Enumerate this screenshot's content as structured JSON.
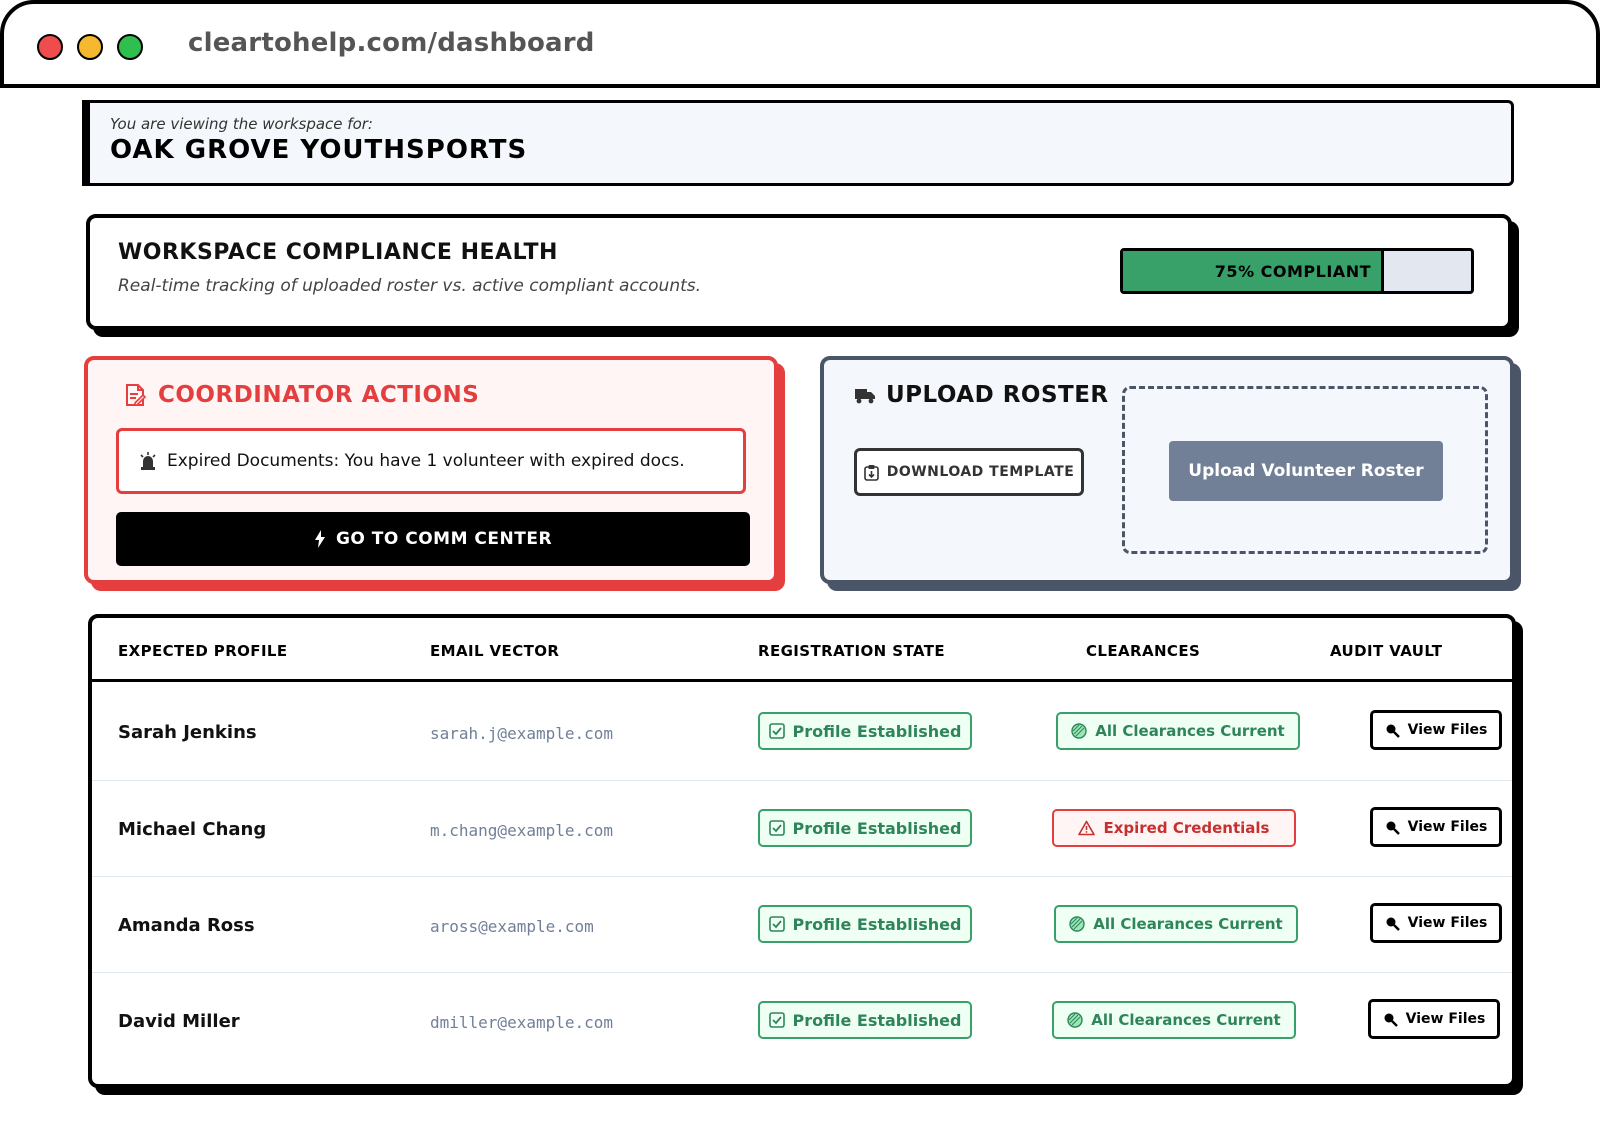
{
  "browser": {
    "url": "cleartohelp.com/dashboard"
  },
  "workspace": {
    "hint": "You are viewing the workspace for:",
    "name": "OAK GROVE YOUTHSPORTS"
  },
  "compliance": {
    "title": "WORKSPACE COMPLIANCE HEALTH",
    "subtitle": "Real-time tracking of uploaded roster vs. active compliant accounts.",
    "progress_percent": 75,
    "progress_label": "75% COMPLIANT"
  },
  "coordinator": {
    "title": "COORDINATOR ACTIONS",
    "alert_text": "Expired Documents: You have 1 volunteer with expired docs.",
    "button_label": "GO TO COMM CENTER"
  },
  "upload": {
    "title": "UPLOAD ROSTER",
    "download_label": "DOWNLOAD TEMPLATE",
    "upload_label": "Upload Volunteer Roster"
  },
  "table": {
    "headers": [
      "EXPECTED PROFILE",
      "EMAIL VECTOR",
      "REGISTRATION STATE",
      "CLEARANCES",
      "AUDIT VAULT"
    ],
    "rows": [
      {
        "name": "Sarah Jenkins",
        "email": "sarah.j@example.com",
        "registration": "Profile Established",
        "clearance": "All Clearances Current",
        "clearance_status": "ok",
        "action": "View Files"
      },
      {
        "name": "Michael Chang",
        "email": "m.chang@example.com",
        "registration": "Profile Established",
        "clearance": "Expired Credentials",
        "clearance_status": "expired",
        "action": "View Files"
      },
      {
        "name": "Amanda Ross",
        "email": "aross@example.com",
        "registration": "Profile Established",
        "clearance": "All Clearances Current",
        "clearance_status": "ok",
        "action": "View Files"
      },
      {
        "name": "David Miller",
        "email": "dmiller@example.com",
        "registration": "Profile Established",
        "clearance": "All Clearances Current",
        "clearance_status": "ok",
        "action": "View Files"
      }
    ]
  },
  "colors": {
    "accent_red": "#e53e3e",
    "success_green": "#38a169",
    "slate": "#4a5568",
    "upload_button": "#718096"
  },
  "icons": {
    "coordinator": "memo-icon",
    "alert": "siren-icon",
    "comm_button": "lightning-icon",
    "upload": "truck-icon",
    "download": "clipboard-icon",
    "registration": "checkbox-icon",
    "clearance_ok": "shield-check-icon",
    "clearance_expired": "warning-icon",
    "view": "magnifier-icon"
  }
}
